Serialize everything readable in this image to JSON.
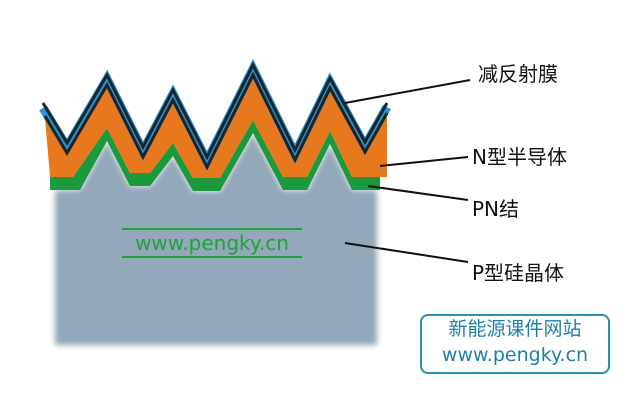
{
  "labels": {
    "ar_coating": "减反射膜",
    "n_type": "N型半导体",
    "pn_junction": "PN结",
    "p_type": "P型硅晶体"
  },
  "watermark": "www.pengky.cn",
  "badge": {
    "title": "新能源课件网站",
    "url": "www.pengky.cn"
  },
  "colors": {
    "ar_coating": "#1e96dc",
    "n_type": "#e8781e",
    "pn_junction": "#1a9a3c",
    "p_type": "#93a8b8",
    "badge": "#2a8fb0"
  }
}
